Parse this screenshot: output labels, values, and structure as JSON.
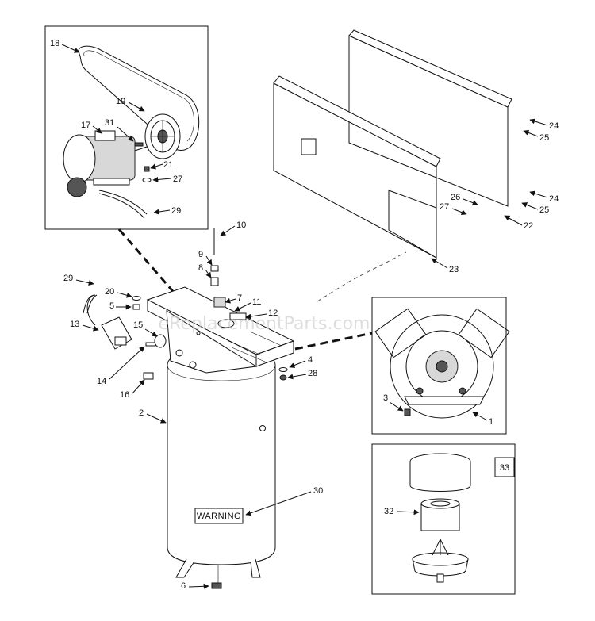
{
  "watermark": "eReplacementParts.com",
  "warning_label": "WARNING",
  "kit_label": "33",
  "callouts": {
    "c1": "1",
    "c2": "2",
    "c3": "3",
    "c4": "4",
    "c5": "5",
    "c6": "6",
    "c7": "7",
    "c8": "8",
    "c9": "9",
    "c10": "10",
    "c11": "11",
    "c12": "12",
    "c13": "13",
    "c14": "14",
    "c15": "15",
    "c16": "16",
    "c17": "17",
    "c18": "18",
    "c19": "19",
    "c20": "20",
    "c21": "21",
    "c22": "22",
    "c23": "23",
    "c24a": "24",
    "c24b": "24",
    "c25a": "25",
    "c25b": "25",
    "c26": "26",
    "c27a": "27",
    "c27b": "27",
    "c28": "28",
    "c29a": "29",
    "c29b": "29",
    "c30": "30",
    "c31": "31",
    "c32": "32"
  }
}
